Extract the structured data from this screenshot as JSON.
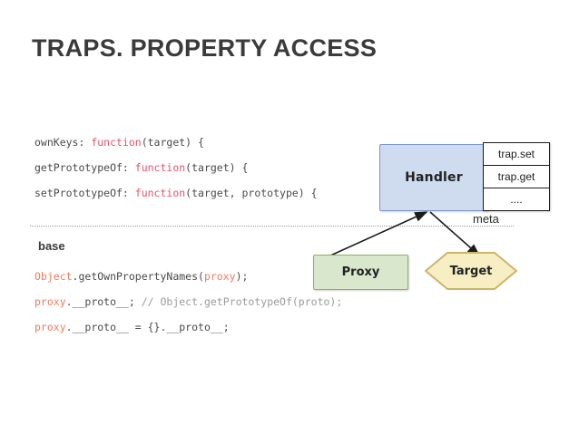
{
  "slide": {
    "title": "TRAPS. PROPERTY ACCESS"
  },
  "code_meta": {
    "lines": [
      {
        "parts": [
          {
            "text": "ownKeys: ",
            "style": "plain"
          },
          {
            "text": "function",
            "style": "kw-fn"
          },
          {
            "text": "(target) {",
            "style": "plain"
          }
        ]
      },
      {
        "parts": [
          {
            "text": "getPrototypeOf: ",
            "style": "plain"
          },
          {
            "text": "function",
            "style": "kw-fn"
          },
          {
            "text": "(target) {",
            "style": "plain"
          }
        ]
      },
      {
        "parts": [
          {
            "text": "setPrototypeOf: ",
            "style": "plain"
          },
          {
            "text": "function",
            "style": "kw-fn"
          },
          {
            "text": "(target, prototype) {",
            "style": "plain"
          }
        ]
      }
    ]
  },
  "base_section": {
    "label": "base",
    "lines": [
      {
        "parts": [
          {
            "text": "Object",
            "style": "ident-accent"
          },
          {
            "text": ".getOwnPropertyNames(",
            "style": "plain"
          },
          {
            "text": "proxy",
            "style": "ident-accent"
          },
          {
            "text": ");",
            "style": "plain"
          }
        ]
      },
      {
        "parts": [
          {
            "text": "proxy",
            "style": "ident-accent"
          },
          {
            "text": ".__proto__; ",
            "style": "plain"
          },
          {
            "text": "// Object.getPrototypeOf(proto);",
            "style": "comment"
          }
        ]
      },
      {
        "parts": [
          {
            "text": "proxy",
            "style": "ident-accent"
          },
          {
            "text": ".__proto__ = {}.__proto__;",
            "style": "plain"
          }
        ]
      }
    ]
  },
  "diagram": {
    "handler": {
      "label": "Handler",
      "color": "#cfdcef"
    },
    "traps": [
      "trap.set",
      "trap.get",
      "...."
    ],
    "meta_label": "meta",
    "proxy": {
      "label": "Proxy",
      "color": "#d9e7cd"
    },
    "target": {
      "label": "Target",
      "color": "#f7eec4"
    },
    "arrows": [
      {
        "name": "proxy-to-handler",
        "from": "Proxy",
        "to": "Handler"
      },
      {
        "name": "handler-to-target",
        "from": "Handler",
        "to": "Target"
      }
    ]
  }
}
